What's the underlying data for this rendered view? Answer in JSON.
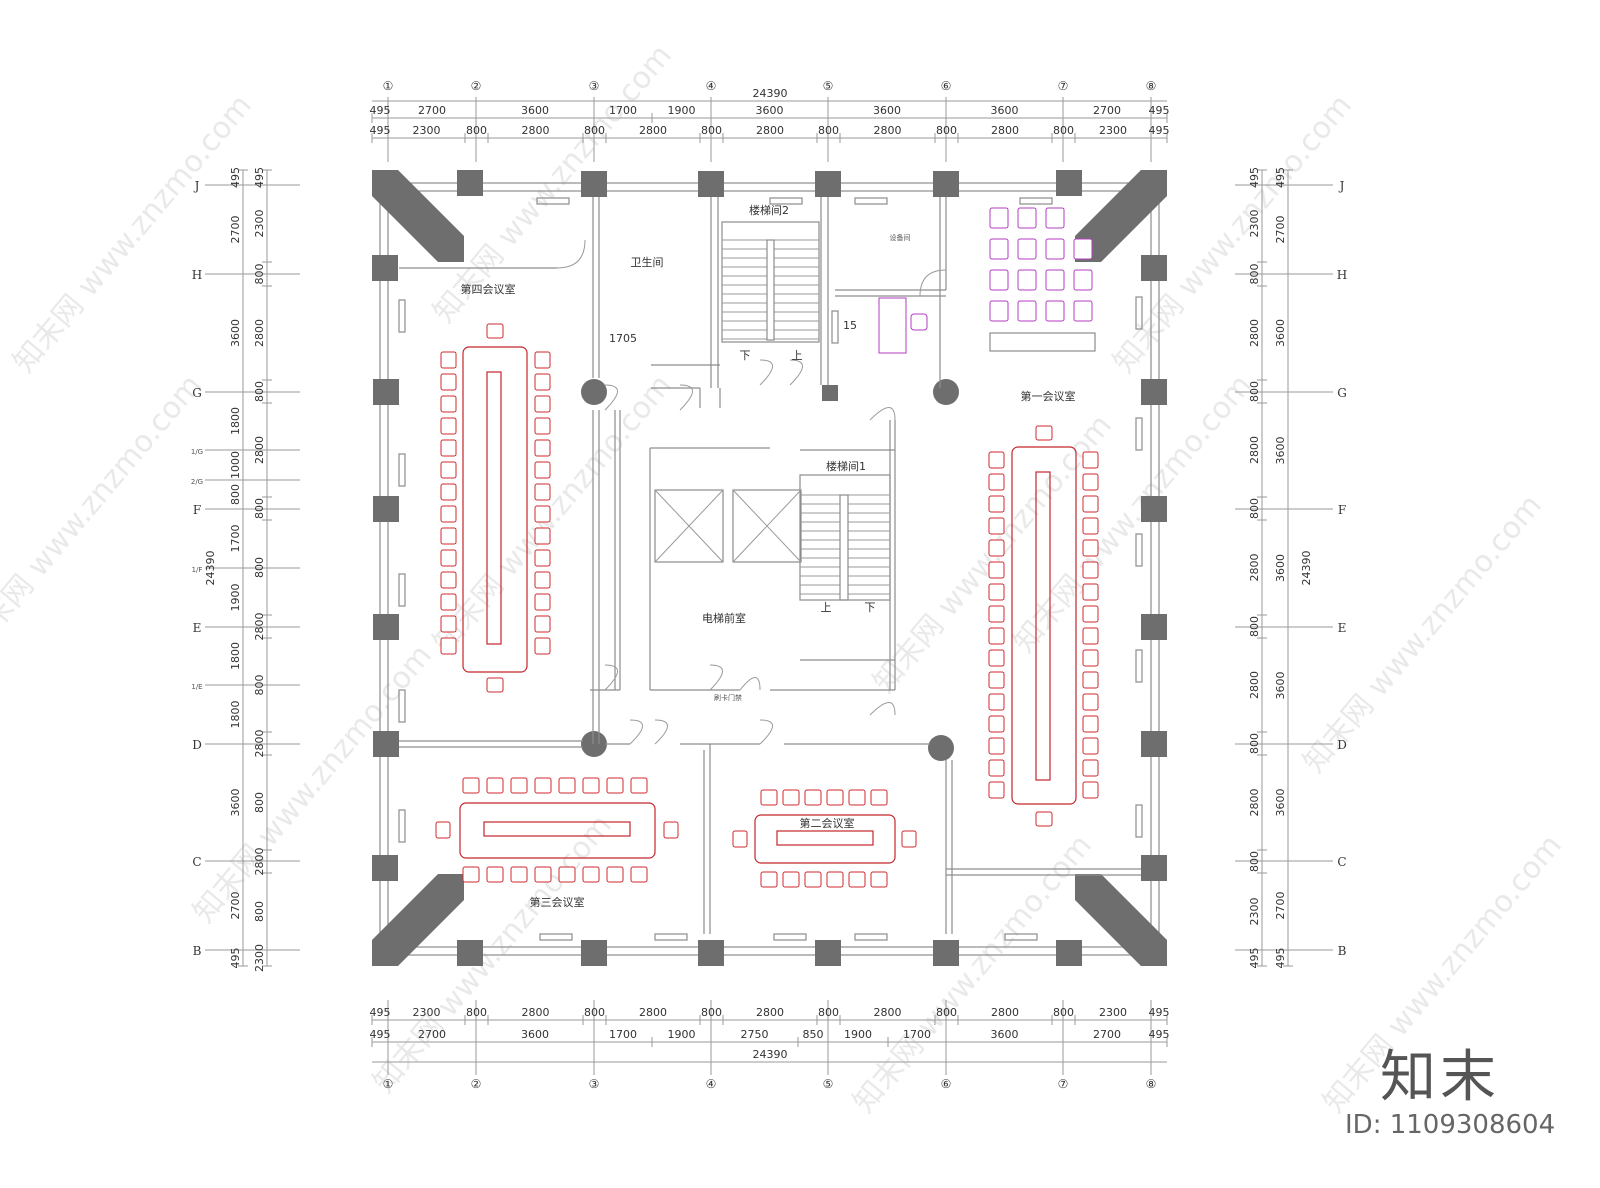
{
  "plan": {
    "total_dimension": "24390",
    "rooms": {
      "conference_4": "第四会议室",
      "restroom": "卫生间",
      "stair_2": "楼梯间2",
      "equipment": "设备间",
      "conference_1": "第一会议室",
      "stair_1": "楼梯间1",
      "elevator_lobby": "电梯前室",
      "card_door": "刷卡门禁",
      "conference_2": "第二会议室",
      "conference_3": "第三会议室"
    },
    "dimension_1705": "1705",
    "label_15": "15",
    "up": "上",
    "down": "下"
  },
  "axes": {
    "vertical": [
      "①",
      "②",
      "③",
      "④",
      "⑤",
      "⑥",
      "⑦",
      "⑧"
    ],
    "horizontal": [
      "J",
      "H",
      "G",
      "F",
      "E",
      "D",
      "C",
      "B"
    ],
    "left_sub": [
      "1/G",
      "2/G",
      "1/F",
      "1/E"
    ]
  },
  "dimensions": {
    "top_row1": [
      "495",
      "2700",
      "3600",
      "1700",
      "1900",
      "3600",
      "3600",
      "3600",
      "2700",
      "495"
    ],
    "top_row2": [
      "495",
      "2300",
      "800",
      "2800",
      "800",
      "2800",
      "800",
      "2800",
      "800",
      "2800",
      "800",
      "2800",
      "800",
      "2300",
      "495"
    ],
    "bottom_row1": [
      "495",
      "2300",
      "800",
      "2800",
      "800",
      "2800",
      "800",
      "2800",
      "800",
      "2800",
      "800",
      "2800",
      "800",
      "2300",
      "495"
    ],
    "bottom_row2": [
      "495",
      "2700",
      "3600",
      "1700",
      "1900",
      "2750",
      "850",
      "1900",
      "1700",
      "3600",
      "2700",
      "495"
    ],
    "left_outer": [
      "495",
      "2700",
      "3600",
      "1800",
      "1000",
      "800",
      "1700",
      "1900",
      "1800",
      "1800",
      "3600",
      "2700",
      "495"
    ],
    "left_inner": [
      "495",
      "2300",
      "800",
      "2800",
      "800",
      "2800",
      "800",
      "800",
      "2800",
      "800",
      "2800",
      "800",
      "2800",
      "800",
      "2300",
      "495"
    ],
    "right_inner": [
      "495",
      "2300",
      "800",
      "2800",
      "800",
      "2800",
      "800",
      "2800",
      "800",
      "2800",
      "800",
      "2800",
      "800",
      "2300",
      "495"
    ],
    "right_outer": [
      "495",
      "2700",
      "3600",
      "3600",
      "3600",
      "3600",
      "3600",
      "2700",
      "495"
    ]
  },
  "watermark": "知末网 www.znzmo.com",
  "brand": "知末",
  "id_text": "ID: 1109308604"
}
